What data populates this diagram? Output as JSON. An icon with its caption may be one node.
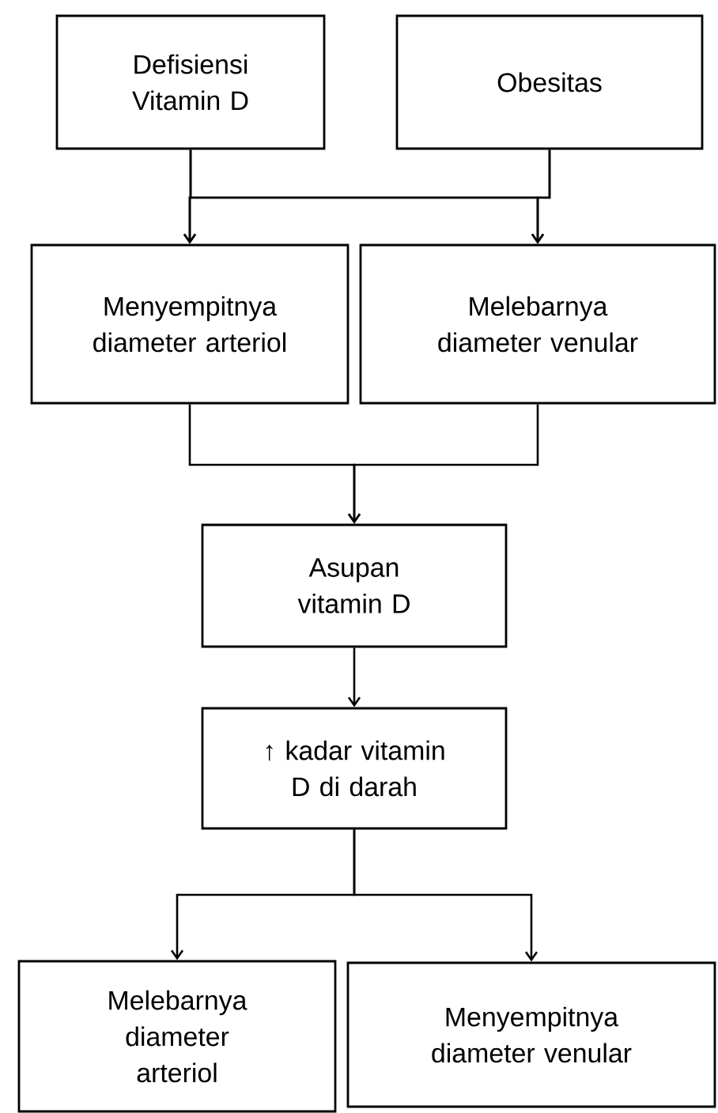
{
  "diagram": {
    "nodes": [
      {
        "text": [
          "Defisiensi Vitamin D"
        ]
      },
      {
        "text": [
          "Obesitas"
        ]
      },
      {
        "text": [
          "Menyempitnya diameter arteriol"
        ]
      },
      {
        "text": [
          "Melebarnya diameter venular"
        ]
      },
      {
        "text": [
          "Asupan vitamin D"
        ]
      },
      {
        "text": [
          "↑ kadar vitamin D di darah"
        ]
      },
      {
        "text": [
          "Melebarnya diameter arteriol"
        ]
      },
      {
        "text": [
          "Menyempitnya diameter venular"
        ]
      }
    ],
    "edges": [
      {
        "from": 0,
        "to": 2,
        "arrow": "to"
      },
      {
        "from": 0,
        "to": 3,
        "arrow": "to"
      },
      {
        "from": 1,
        "to": 2,
        "arrow": "to"
      },
      {
        "from": 1,
        "to": 3,
        "arrow": "to"
      },
      {
        "from": 2,
        "to": 4,
        "arrow": "to"
      },
      {
        "from": 3,
        "to": 4,
        "arrow": "to"
      },
      {
        "from": 4,
        "to": 5,
        "arrow": "to"
      },
      {
        "from": 5,
        "to": 6,
        "arrow": "to"
      },
      {
        "from": 5,
        "to": 7,
        "arrow": "to"
      }
    ]
  }
}
